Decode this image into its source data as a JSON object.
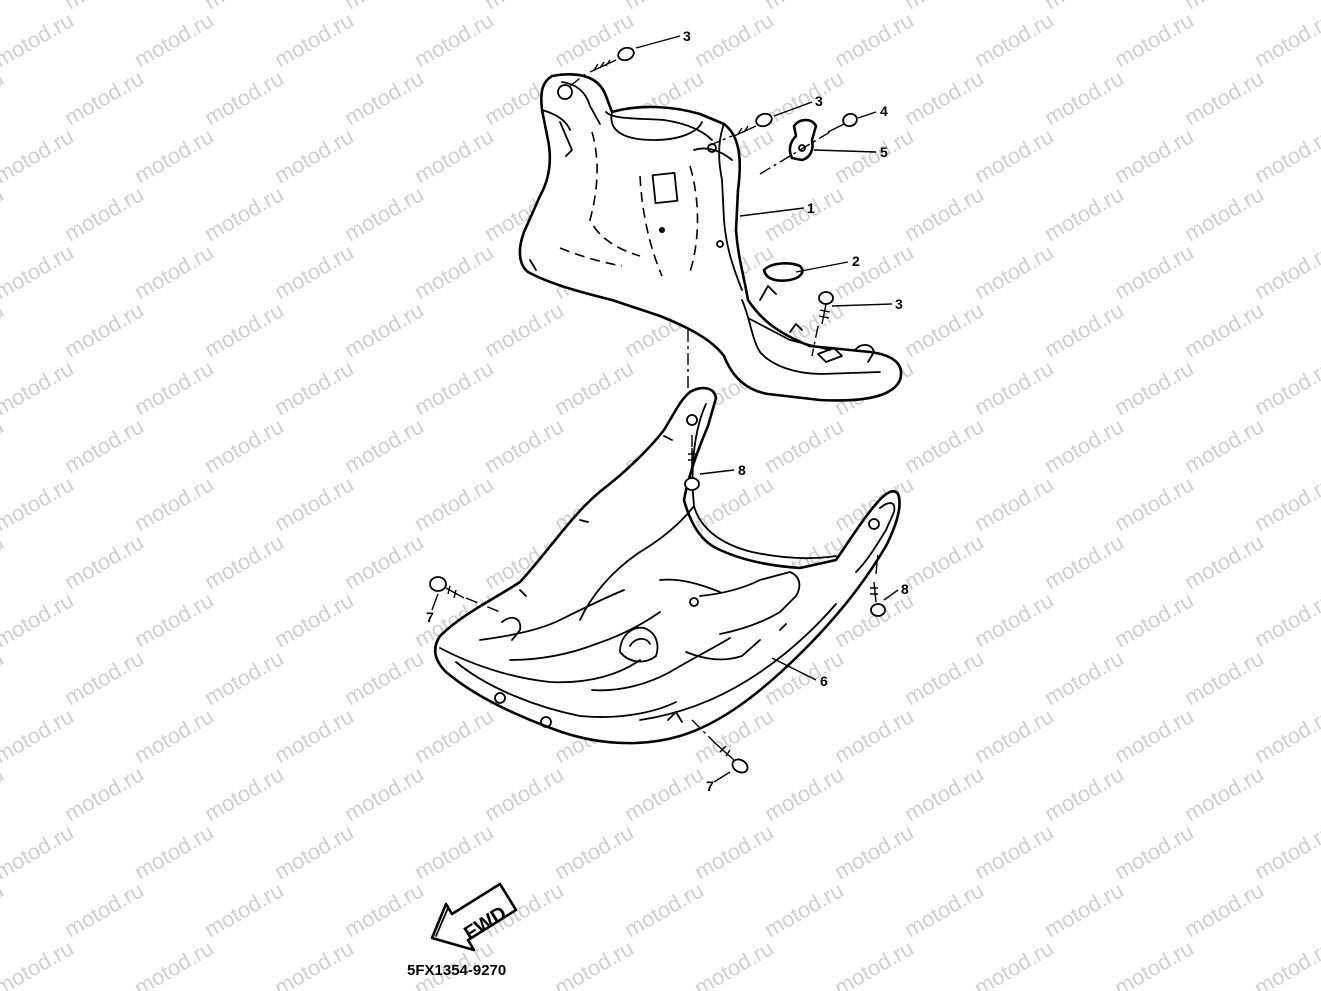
{
  "watermark_text": "motod.ru",
  "callouts": [
    "3",
    "3",
    "4",
    "5",
    "1",
    "2",
    "3",
    "8",
    "8",
    "7",
    "6",
    "7"
  ],
  "direction_label": "FWD",
  "part_code": "5FX1354-9270",
  "colors": {
    "line": "#000000",
    "watermark": "#cfcfcf",
    "background": "#ffffff"
  }
}
